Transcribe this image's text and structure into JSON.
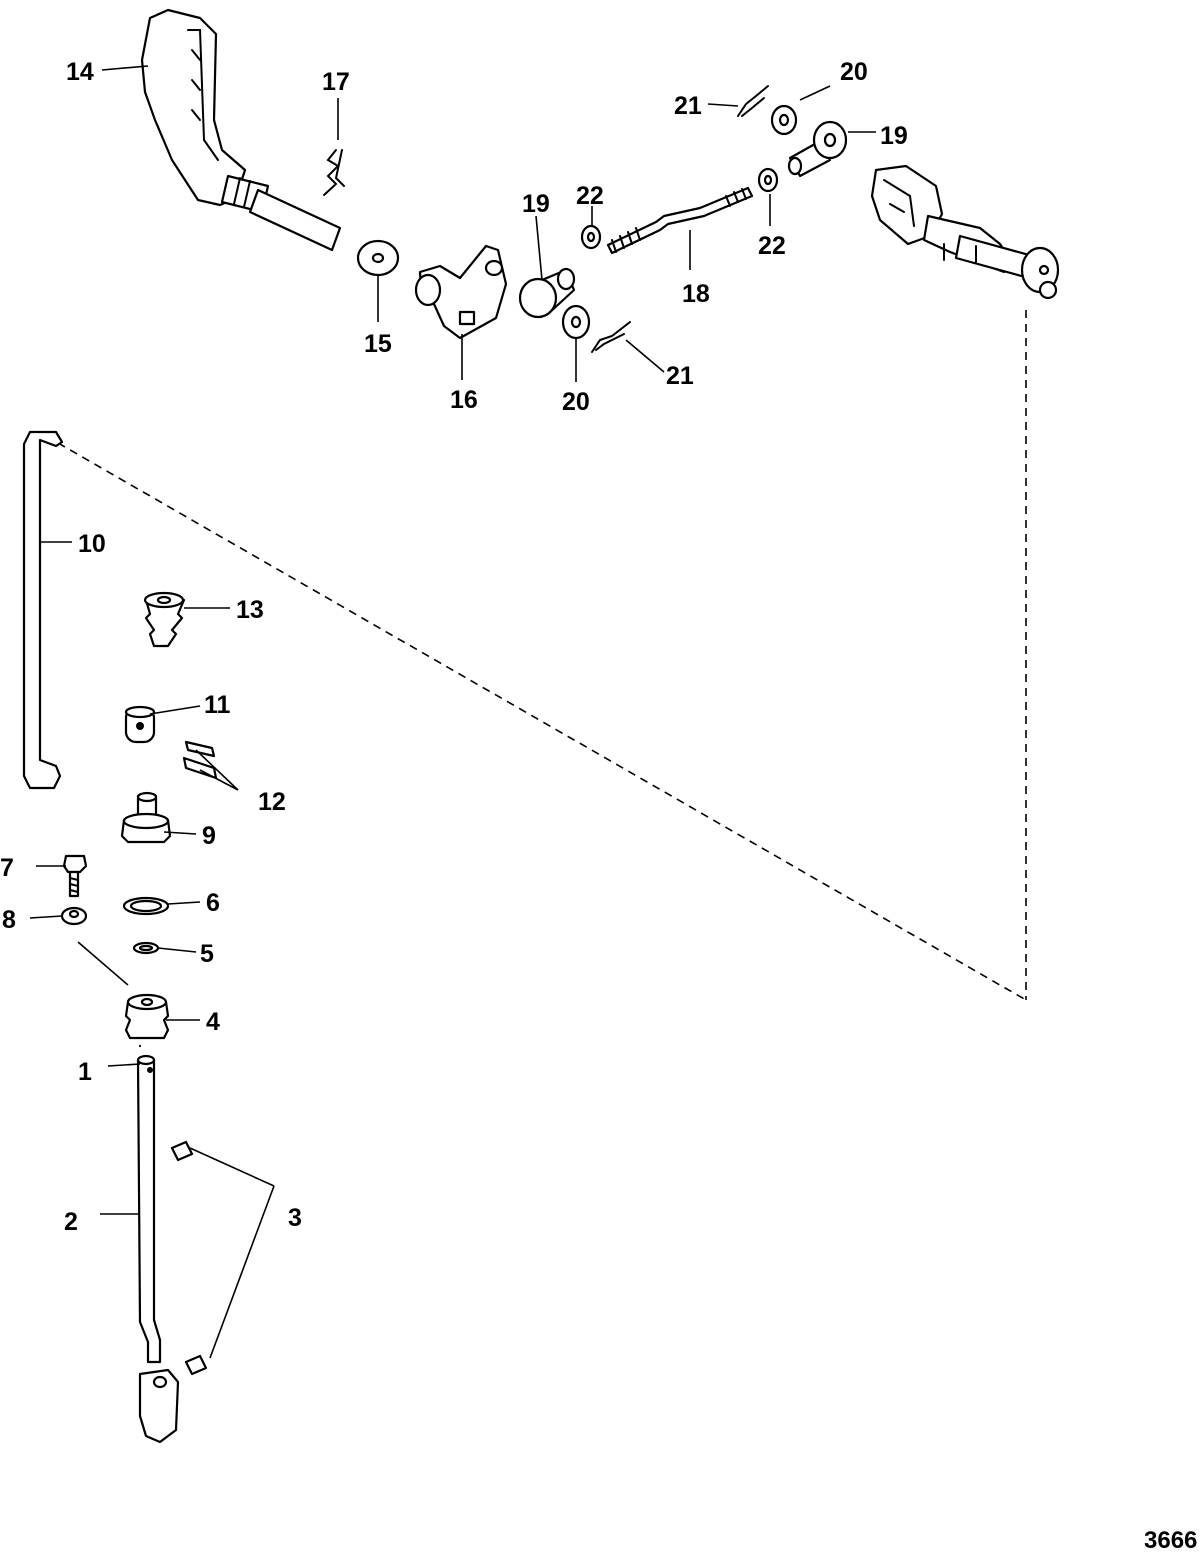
{
  "diagram": {
    "figure_number": "3666",
    "callouts": [
      {
        "id": "c1",
        "text": "1"
      },
      {
        "id": "c2",
        "text": "2"
      },
      {
        "id": "c3",
        "text": "3"
      },
      {
        "id": "c4",
        "text": "4"
      },
      {
        "id": "c5",
        "text": "5"
      },
      {
        "id": "c6",
        "text": "6"
      },
      {
        "id": "c7",
        "text": "7"
      },
      {
        "id": "c8",
        "text": "8"
      },
      {
        "id": "c9",
        "text": "9"
      },
      {
        "id": "c10",
        "text": "10"
      },
      {
        "id": "c11",
        "text": "11"
      },
      {
        "id": "c12",
        "text": "12"
      },
      {
        "id": "c13",
        "text": "13"
      },
      {
        "id": "c14",
        "text": "14"
      },
      {
        "id": "c15",
        "text": "15"
      },
      {
        "id": "c16",
        "text": "16"
      },
      {
        "id": "c17",
        "text": "17"
      },
      {
        "id": "c18",
        "text": "18"
      },
      {
        "id": "c19a",
        "text": "19"
      },
      {
        "id": "c19b",
        "text": "19"
      },
      {
        "id": "c20a",
        "text": "20"
      },
      {
        "id": "c20b",
        "text": "20"
      },
      {
        "id": "c21a",
        "text": "21"
      },
      {
        "id": "c21b",
        "text": "21"
      },
      {
        "id": "c22a",
        "text": "22"
      },
      {
        "id": "c22b",
        "text": "22"
      }
    ]
  }
}
